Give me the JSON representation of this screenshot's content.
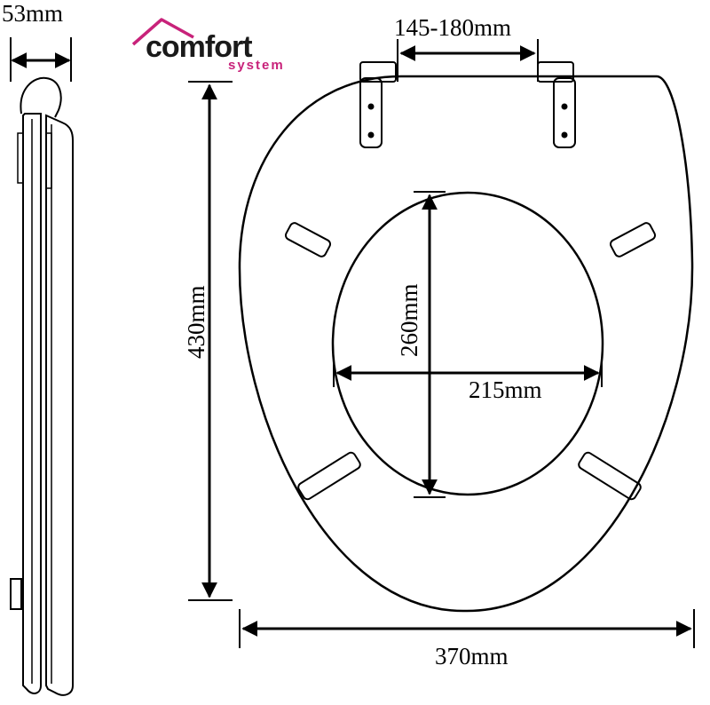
{
  "brand": {
    "name": "comfort",
    "tagline": "system",
    "accent_color": "#c8227a",
    "icon": "house-roof-icon"
  },
  "dimensions": {
    "depth": "53mm",
    "hinge_spacing": "145-180mm",
    "seat_length": "430mm",
    "opening_length": "260mm",
    "opening_width": "215mm",
    "seat_width": "370mm"
  },
  "colors": {
    "line": "#000000",
    "background": "#ffffff"
  }
}
